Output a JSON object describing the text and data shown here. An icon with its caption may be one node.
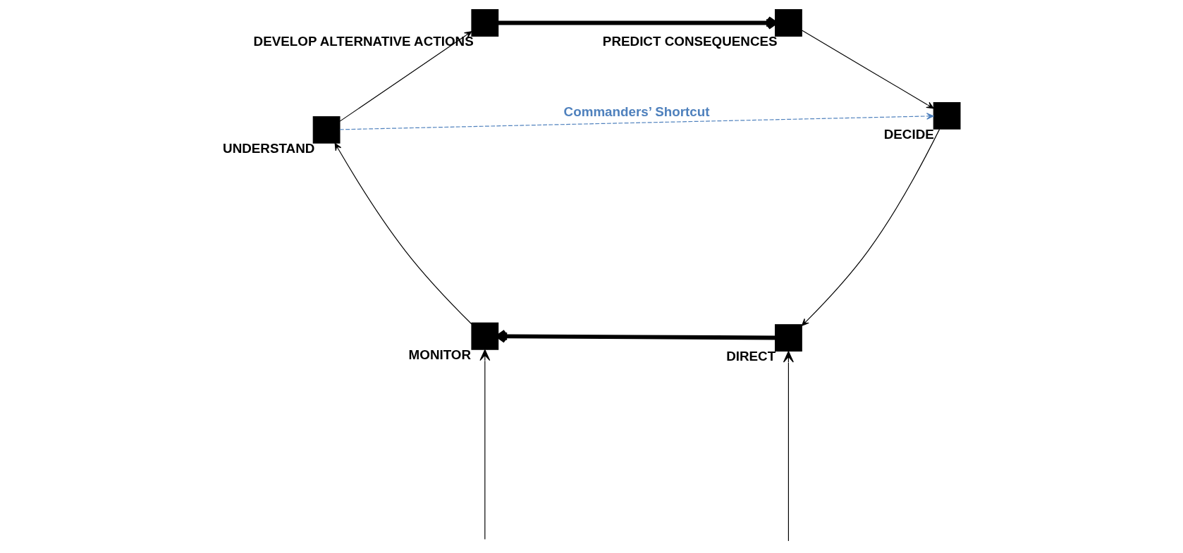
{
  "diagram": {
    "nodes": [
      {
        "text": [],
        "shape": "box",
        "beside": [
          "DEVELOP ALTERNATIVE ACTIONS"
        ]
      },
      {
        "text": [],
        "shape": "box",
        "beside": [
          "PREDICT CONSEQUENCES"
        ]
      },
      {
        "text": [],
        "shape": "box",
        "beside": [
          "UNDERSTAND"
        ]
      },
      {
        "text": [],
        "shape": "box",
        "beside": [
          "DECIDE"
        ]
      },
      {
        "text": [],
        "shape": "box",
        "beside": [
          "MONITOR"
        ]
      },
      {
        "text": [],
        "shape": "box",
        "beside": [
          "DIRECT"
        ]
      }
    ],
    "edges": [
      {
        "from": 0,
        "to": 1,
        "arrow": "to",
        "style": "thick"
      },
      {
        "from": 1,
        "to": 3,
        "arrow": "to"
      },
      {
        "from": 3,
        "to": 5,
        "arrow": "to"
      },
      {
        "from": 5,
        "to": 4,
        "arrow": "to",
        "style": "thick"
      },
      {
        "from": 4,
        "to": 2,
        "arrow": "to"
      },
      {
        "from": 2,
        "to": 0,
        "arrow": "to"
      },
      {
        "from": 2,
        "to": 3,
        "arrow": "to",
        "style": "dashed",
        "color": "#4f81bd",
        "label": "Commanders’ Shortcut"
      },
      {
        "from": null,
        "to": 4,
        "arrow": "to"
      },
      {
        "from": null,
        "to": 5,
        "arrow": "to"
      }
    ]
  }
}
